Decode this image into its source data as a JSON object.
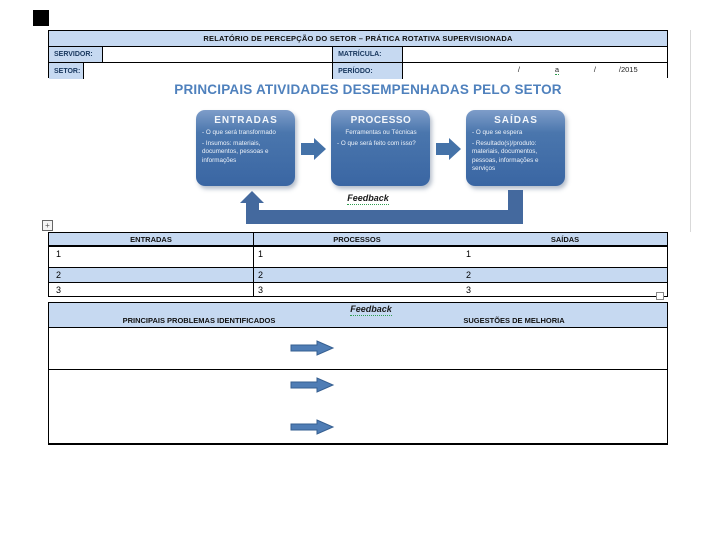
{
  "form": {
    "title": "RELATÓRIO DE PERCEPÇÃO DO SETOR – PRÁTICA ROTATIVA SUPERVISIONADA",
    "servidor_label": "SERVIDOR:",
    "matricula_label": "MATRÍCULA:",
    "setor_label": "SETOR:",
    "periodo_label": "PERÍODO:",
    "periodo": {
      "slash1": "/",
      "a": "a",
      "slash2": "/",
      "year": "/2015"
    }
  },
  "diagram": {
    "title": "PRINCIPAIS ATIVIDADES DESEMPENHADAS PELO SETOR",
    "boxes": [
      {
        "title": "ENTRADAS",
        "lines": [
          "- O que será transformado",
          "- Insumos: materiais, documentos, pessoas e informações"
        ]
      },
      {
        "title": "PROCESSO",
        "lines": [
          "Ferramentas ou Técnicas",
          "- O que será feito com isso?"
        ]
      },
      {
        "title": "SAÍDAS",
        "lines": [
          "- O que se espera",
          "- Resultado(s)/produto: materiais, documentos, pessoas, informações e serviços"
        ]
      }
    ],
    "feedback_label": "Feedback"
  },
  "table1": {
    "headers": [
      "ENTRADAS",
      "PROCESSOS",
      "SAÍDAS"
    ],
    "rows": [
      [
        "1",
        "1",
        "1"
      ],
      [
        "2",
        "2",
        "2"
      ],
      [
        "3",
        "3",
        "3"
      ]
    ],
    "move_handle_glyph": "+"
  },
  "section2": {
    "feedback_label": "Feedback",
    "left_header": "PRINCIPAIS PROBLEMAS IDENTIFICADOS",
    "right_header": "SUGESTÕES DE MELHORIA"
  },
  "colors": {
    "band_blue": "#c6d9f1",
    "box_blue": "#3a66a3",
    "accent_blue": "#4f81bd",
    "arrow_fill": "#4f7db5",
    "arrow_stroke": "#365f91",
    "spellcheck_green": "#2e9e4f"
  }
}
